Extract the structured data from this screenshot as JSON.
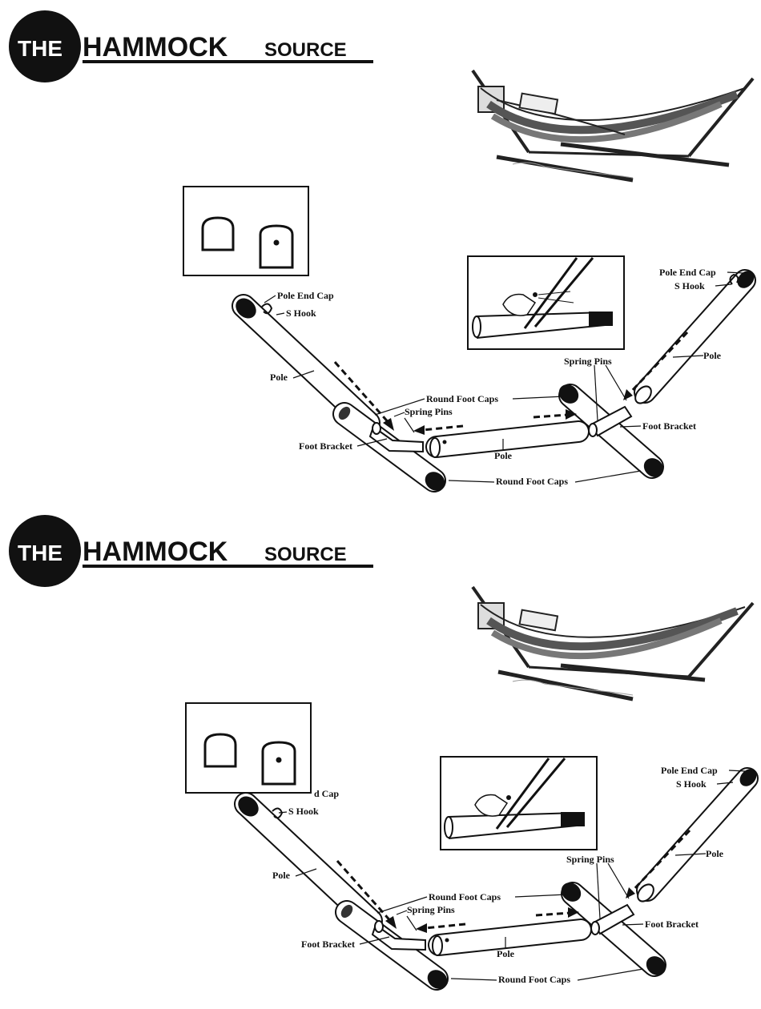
{
  "logo": {
    "the": "THE",
    "main": "HAMMOCK",
    "small": "SOURCE"
  },
  "labels": {
    "pole_end_cap": "Pole End Cap",
    "s_hook": "S Hook",
    "pole": "Pole",
    "round_foot_caps": "Round Foot Caps",
    "spring_pins": "Spring Pins",
    "foot_bracket": "Foot Bracket",
    "partial_end_cap": "d Cap"
  }
}
